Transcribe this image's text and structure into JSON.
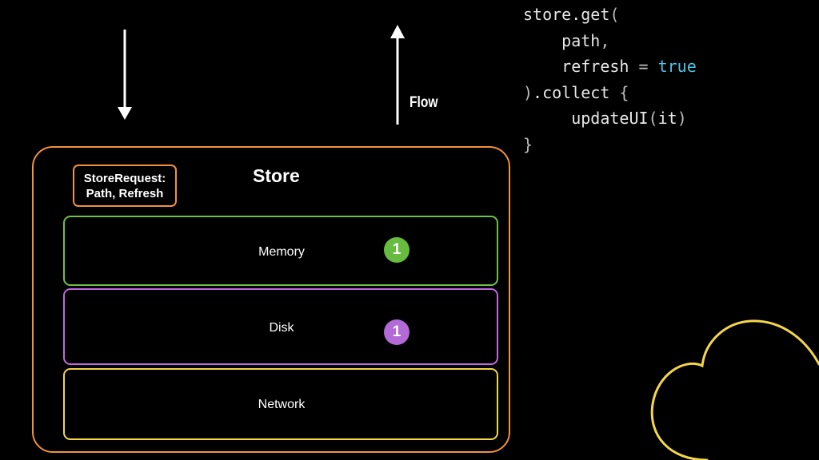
{
  "flow": {
    "label": "Flow"
  },
  "code": {
    "lines": [
      [
        {
          "t": "store.get",
          "c": "plain"
        },
        {
          "t": "(",
          "c": "punct"
        }
      ],
      [
        {
          "t": "    path",
          "c": "plain"
        },
        {
          "t": ",",
          "c": "punct"
        }
      ],
      [
        {
          "t": "    refresh ",
          "c": "plain"
        },
        {
          "t": "= ",
          "c": "punct"
        },
        {
          "t": "true",
          "c": "kw"
        }
      ],
      [
        {
          "t": ")",
          "c": "punct"
        },
        {
          "t": ".collect ",
          "c": "plain"
        },
        {
          "t": "{",
          "c": "punct"
        }
      ],
      [
        {
          "t": "     updateUI",
          "c": "plain"
        },
        {
          "t": "(",
          "c": "punct"
        },
        {
          "t": "it",
          "c": "plain"
        },
        {
          "t": ")",
          "c": "punct"
        }
      ],
      [
        {
          "t": "}",
          "c": "punct"
        }
      ]
    ]
  },
  "store": {
    "title": "Store",
    "request": {
      "line1": "StoreRequest:",
      "line2": "Path, Refresh"
    },
    "layers": {
      "memory": {
        "label": "Memory",
        "badge": "1"
      },
      "disk": {
        "label": "Disk",
        "badge": "1"
      },
      "network": {
        "label": "Network"
      }
    }
  },
  "colors": {
    "store_border": "#f2923a",
    "memory": "#6fc04a",
    "disk": "#c06ae0",
    "network": "#f4d64a",
    "cloud": "#f4d64a",
    "keyword": "#4fc3e6"
  }
}
